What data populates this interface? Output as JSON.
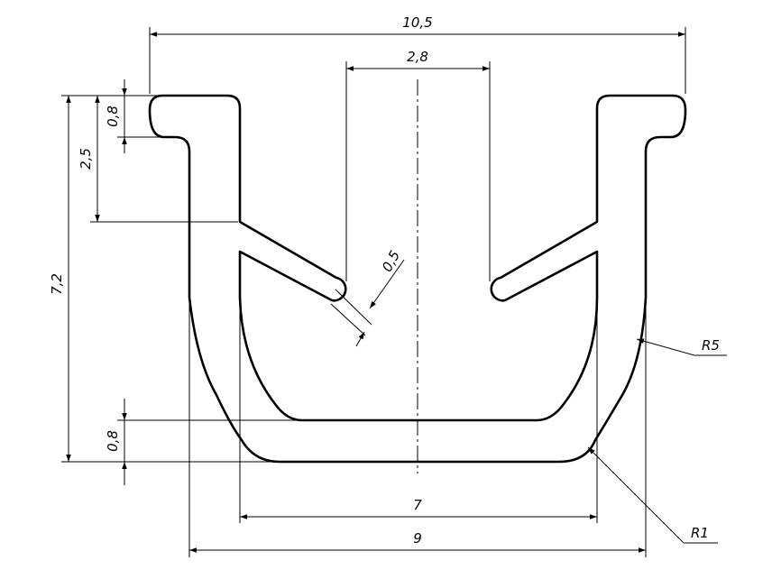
{
  "dimensions": {
    "overall_top_width": "10,5",
    "slot_width": "2,8",
    "lip_thickness": "0,8",
    "lip_to_fin_height": "2,5",
    "total_height": "7,2",
    "fin_thickness": "0,5",
    "bottom_thickness": "0,8",
    "inner_width": "7",
    "outer_width": "9"
  },
  "radii": {
    "outer_corner": "R5",
    "inner_corner": "R1"
  }
}
